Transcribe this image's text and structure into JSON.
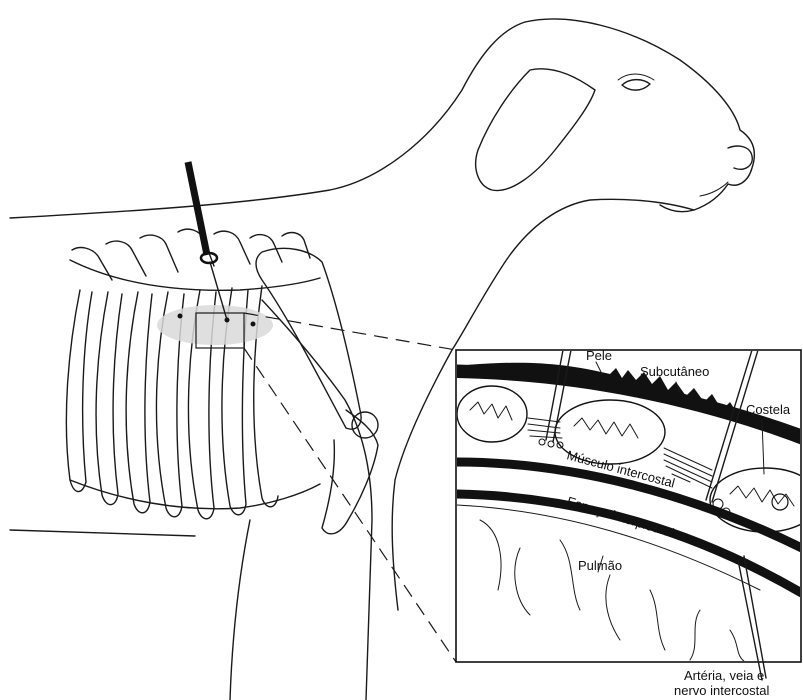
{
  "labels": {
    "pele": "Pele",
    "subcutaneo": "Subcutâneo",
    "costela": "Costela",
    "musculo": "Músculo intercostal",
    "espaco": "Espaço interpleural",
    "pulmao": "Pulmão",
    "arteria_line1": "Artéria, veia e",
    "arteria_line2": "nervo intercostal"
  },
  "colors": {
    "line": "#1a1a1a",
    "shade": "#d9d9d9",
    "band": "#111111",
    "background": "#ffffff"
  }
}
